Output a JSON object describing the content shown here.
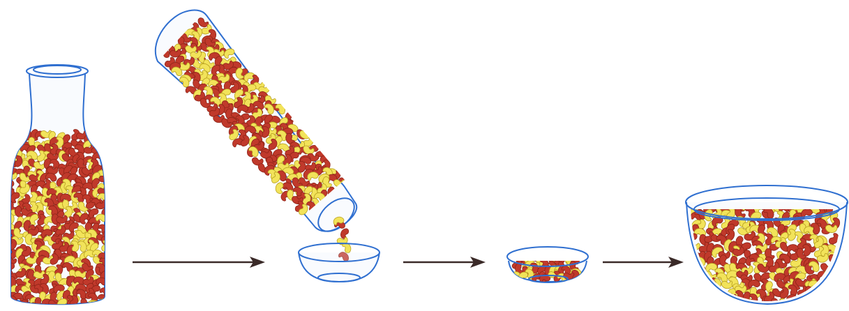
{
  "colors": {
    "background": "#ffffff",
    "glass_outline": "#2f6fd0",
    "bean_red": "#c0392b",
    "bean_red_dark": "#8e2418",
    "bean_yellow": "#f2e35a",
    "bean_yellow_dark": "#b8a020",
    "arrow": "#3a2a28"
  },
  "steps": [
    {
      "name": "full-bottle",
      "icon": "bottle-of-beans-icon"
    },
    {
      "name": "pouring-bottle",
      "icon": "tilted-bottle-pouring-icon"
    },
    {
      "name": "small-bowl-filling",
      "icon": "small-bowl-icon"
    },
    {
      "name": "small-bowl-filled",
      "icon": "small-bowl-with-beans-icon"
    },
    {
      "name": "large-bowl-full",
      "icon": "large-bowl-of-beans-icon"
    }
  ],
  "arrows": [
    {
      "icon": "right-arrow-icon"
    },
    {
      "icon": "right-arrow-icon"
    },
    {
      "icon": "right-arrow-icon"
    }
  ],
  "bean_mix": {
    "red_share": 0.6,
    "yellow_share": 0.4
  }
}
